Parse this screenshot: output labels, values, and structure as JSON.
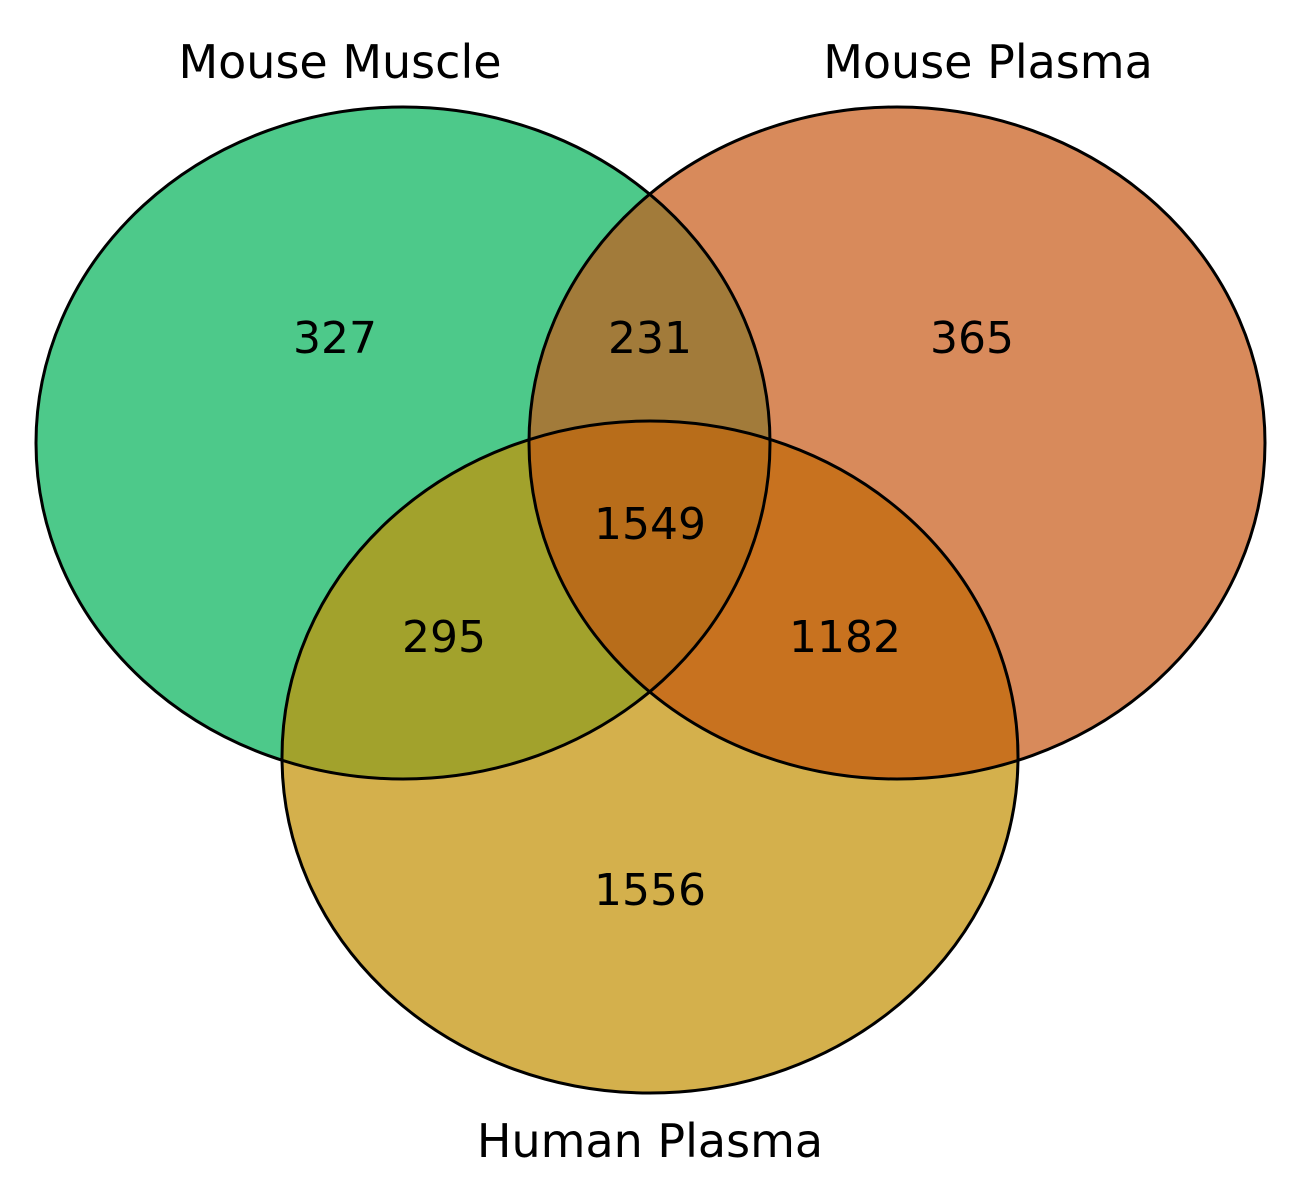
{
  "sets": {
    "mouse_muscle": {
      "label": "Mouse Muscle",
      "color": "#4dc98a"
    },
    "mouse_plasma": {
      "label": "Mouse Plasma",
      "color": "#d88a5b"
    },
    "human_plasma": {
      "label": "Human Plasma",
      "color": "#d4b04c"
    }
  },
  "intersection_colors": {
    "muscle_mouseplasma": "#a27b3a",
    "muscle_human": "#a2a22c",
    "mouseplasma_human": "#c8721f",
    "all_three": "#b86d1a"
  },
  "regions": {
    "muscle_only": "327",
    "muscle_mouseplasma": "231",
    "mouseplasma_only": "365",
    "all_three": "1549",
    "muscle_human": "295",
    "mouseplasma_human": "1182",
    "human_only": "1556"
  }
}
